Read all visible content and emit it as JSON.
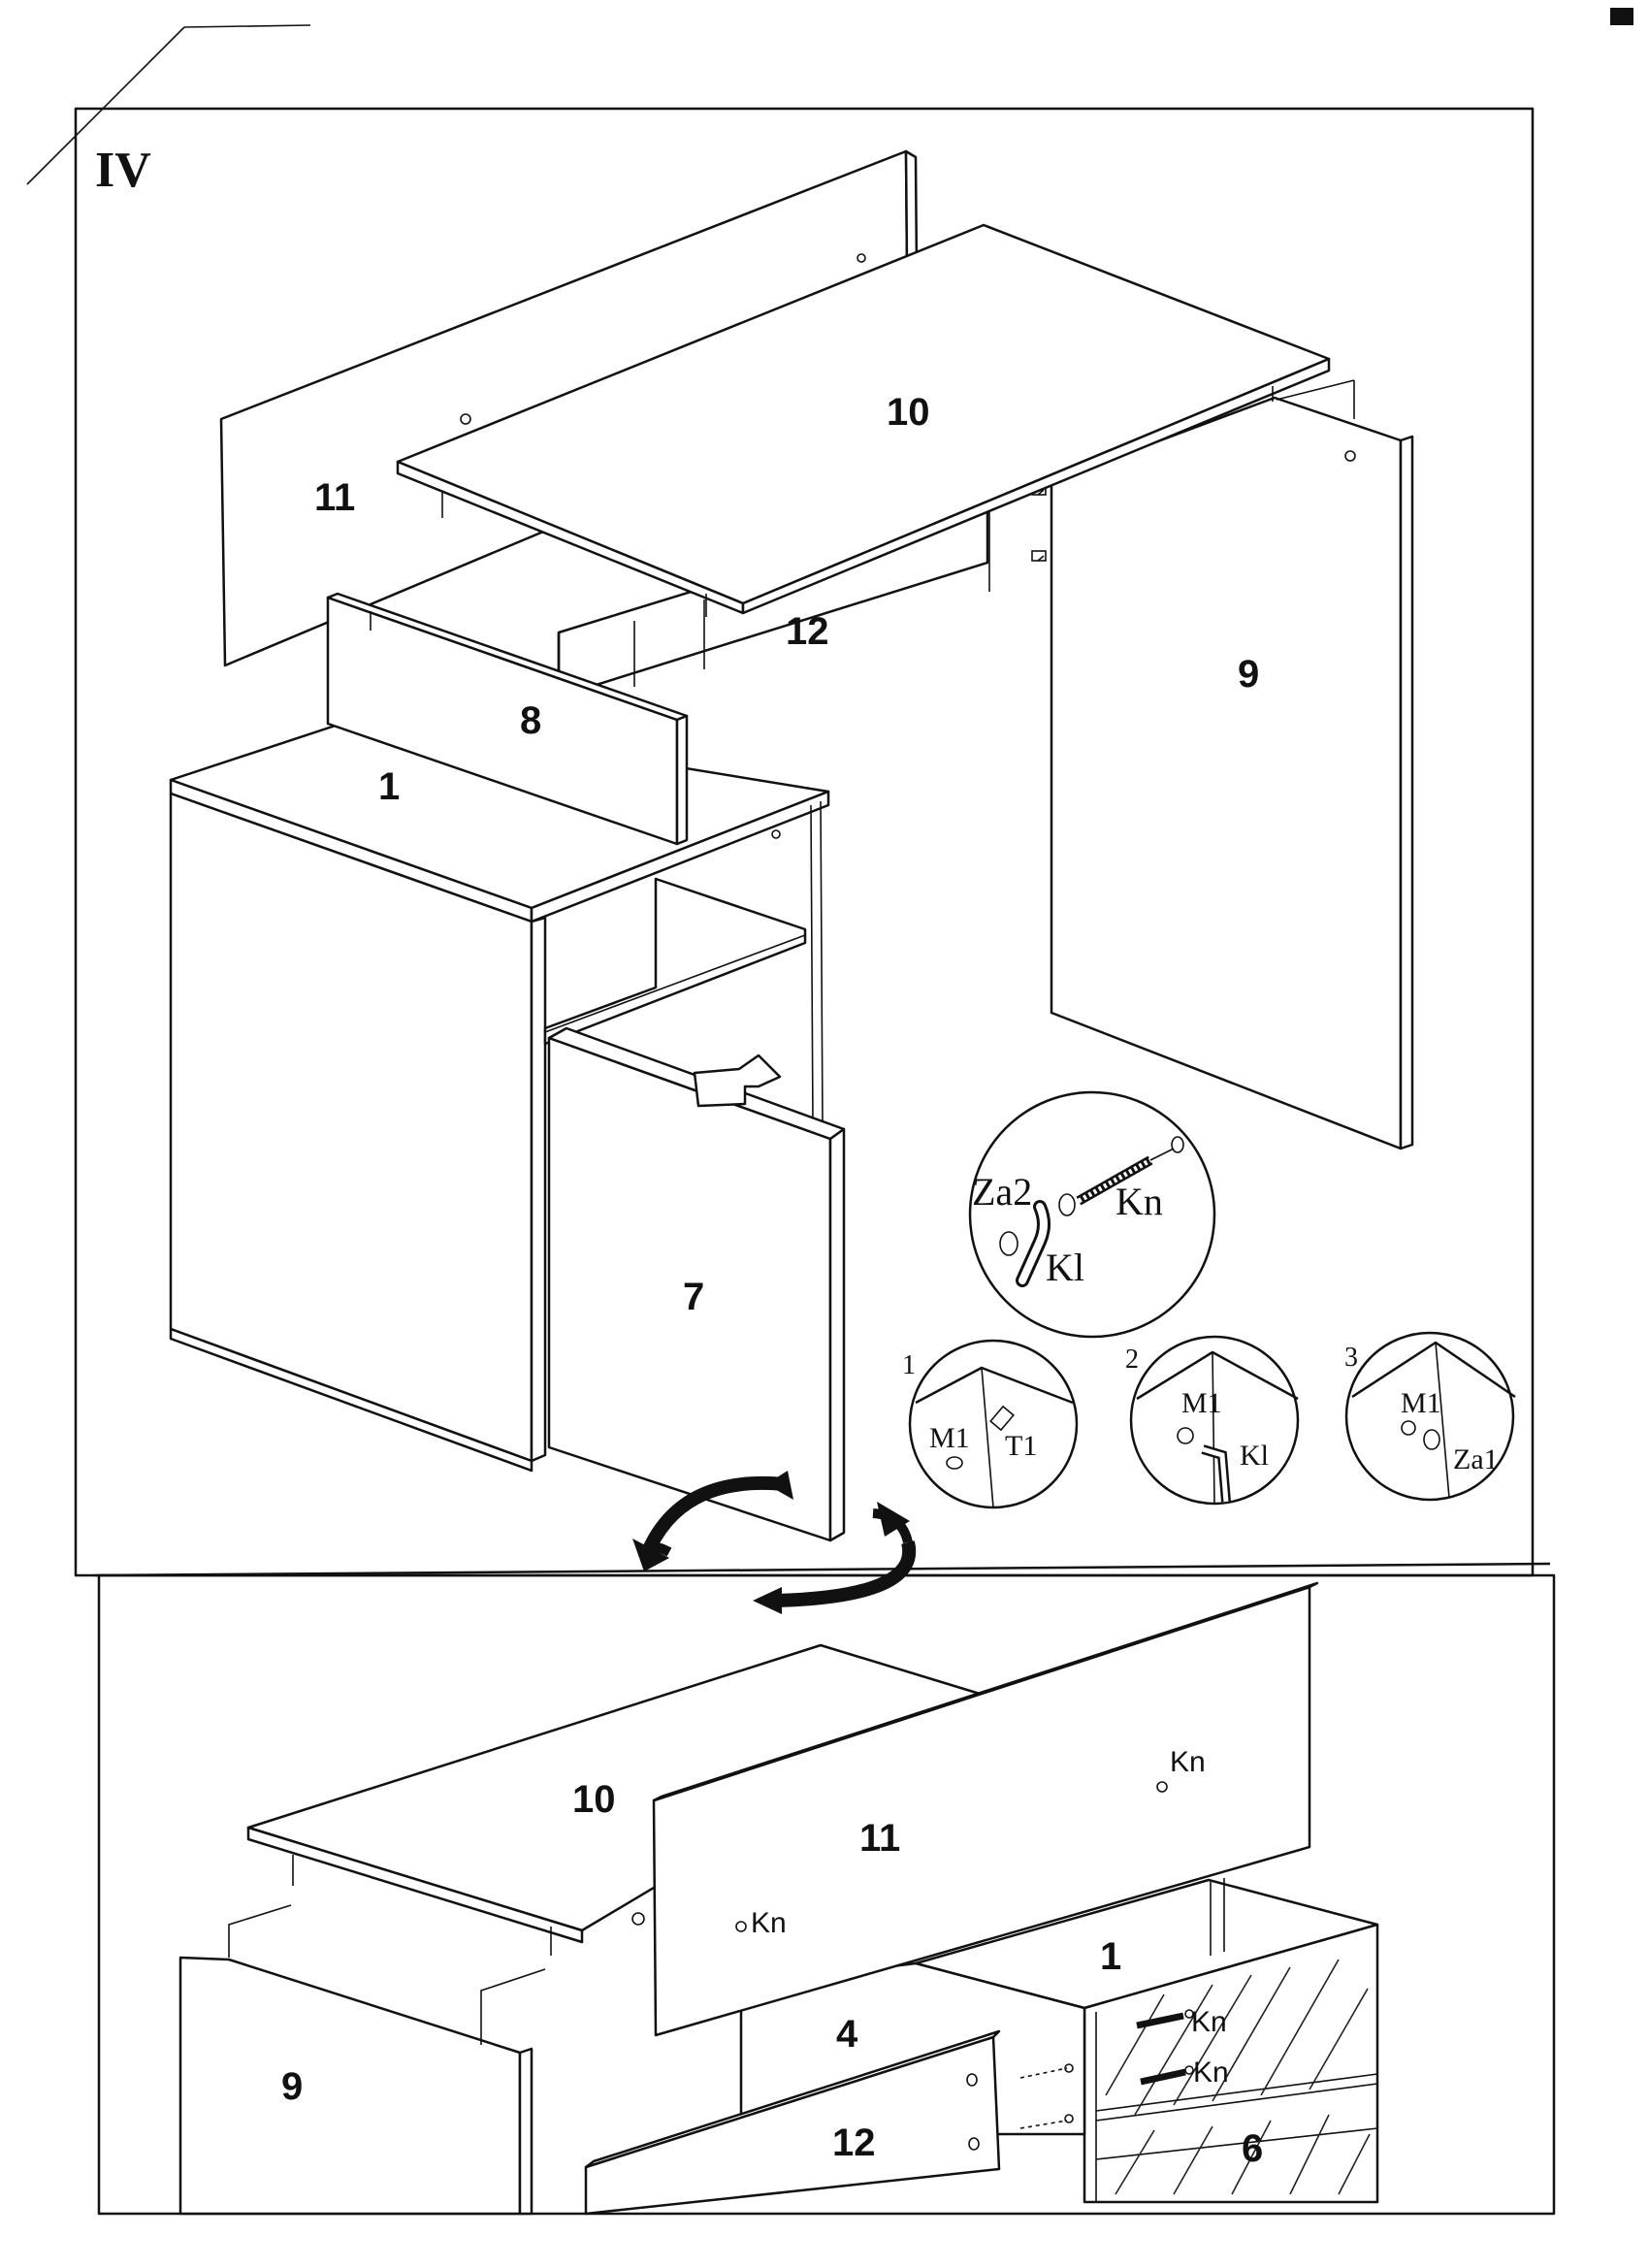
{
  "step": {
    "label": "IV"
  },
  "top_view": {
    "parts": {
      "p10": "10",
      "p11": "11",
      "p12": "12",
      "p9": "9",
      "p8": "8",
      "p1": "1",
      "p7": "7"
    },
    "detail_main": {
      "za2": "Za2",
      "kn": "Kn",
      "kl": "Kl"
    },
    "details": [
      {
        "index": "1",
        "labels": [
          "M1",
          "T1"
        ]
      },
      {
        "index": "2",
        "labels": [
          "M1",
          "Kl"
        ]
      },
      {
        "index": "3",
        "labels": [
          "M1",
          "Za1"
        ]
      }
    ]
  },
  "bottom_view": {
    "parts": {
      "p10": "10",
      "p11": "11",
      "p1": "1",
      "p9": "9",
      "p4": "4",
      "p12": "12",
      "p6": "6"
    },
    "hardware": {
      "kn_a": "Kn",
      "kn_b": "Kn",
      "kn_c": "Kn",
      "kn_d": "Kn"
    }
  },
  "icons": [
    "rotate-arrows-icon",
    "insert-arrow-icon"
  ],
  "colors": {
    "ink": "#111111",
    "paper": "#ffffff"
  }
}
